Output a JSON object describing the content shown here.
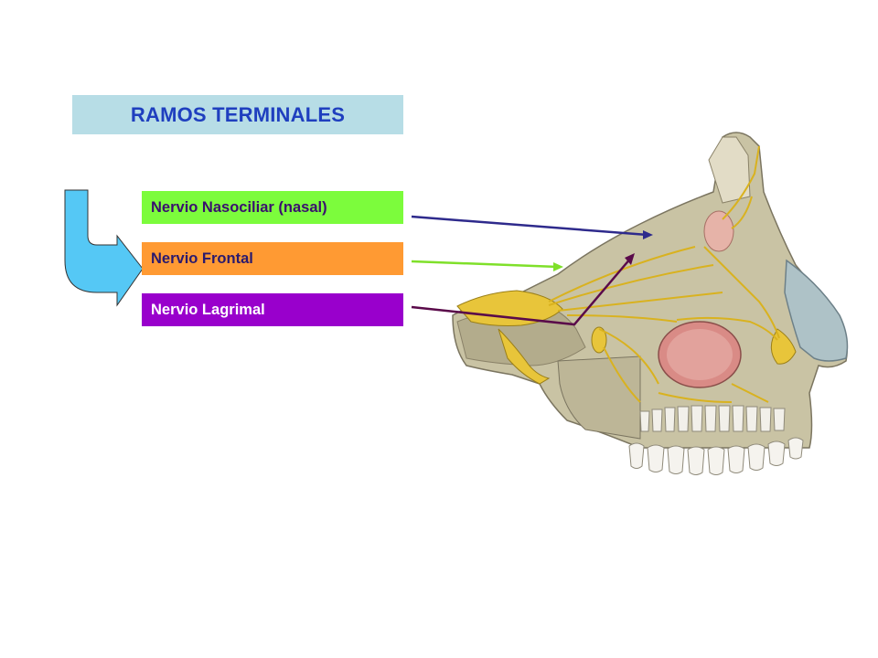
{
  "title": "RAMOS TERMINALES",
  "labels": [
    "Nervio Nasociliar (nasal)",
    "Nervio Frontal",
    "Nervio Lagrimal"
  ],
  "colors": {
    "title_bg": "#b7dde6",
    "title_text": "#1f3fbf",
    "nasociliar_bg": "#7cfc3c",
    "nasociliar_text": "#3a0f6e",
    "frontal_bg": "#ff9a33",
    "frontal_text": "#2a1a6e",
    "lagrimal_bg": "#9900cc",
    "lagrimal_text": "#ffffff",
    "arrow_fill": "#55c8f5",
    "nasociliar_line": "#2e2a8c",
    "frontal_line": "#7fe02a",
    "lagrimal_line": "#5a0a4a"
  }
}
